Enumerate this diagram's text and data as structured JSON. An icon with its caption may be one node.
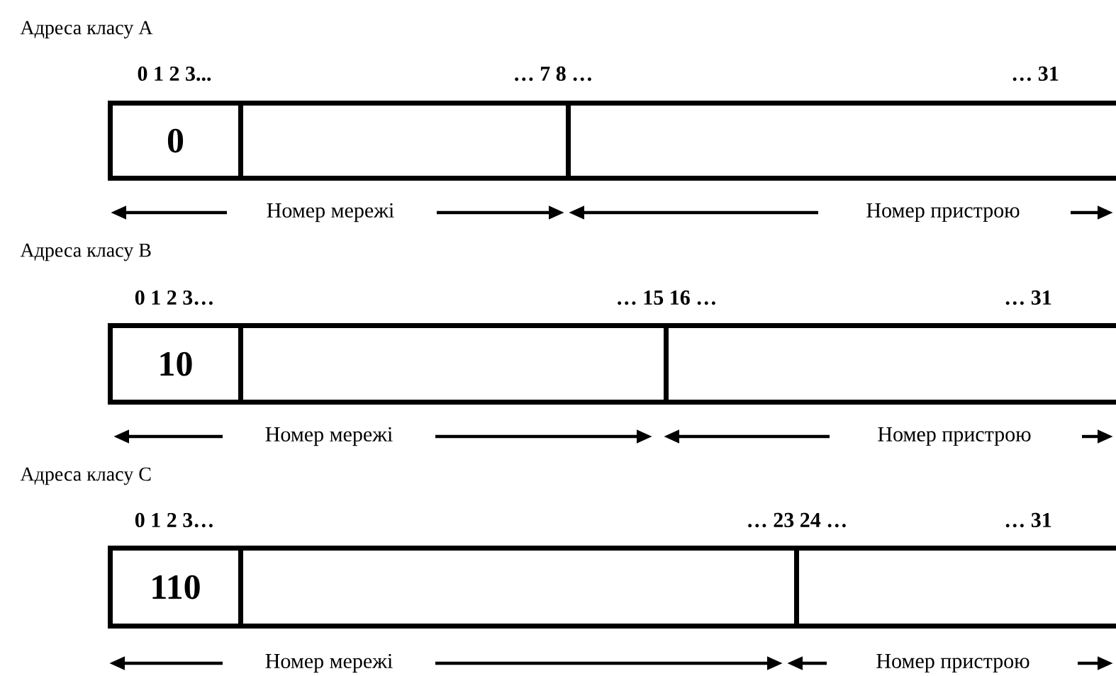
{
  "diagram": {
    "nodes": [
      {
        "text": [
          "0"
        ]
      },
      {
        "text": [],
        "shape": "box"
      },
      {
        "text": [],
        "shape": "box"
      },
      {
        "text": [
          "10"
        ]
      },
      {
        "text": [],
        "shape": "box"
      },
      {
        "text": [],
        "shape": "box"
      },
      {
        "text": [
          "110"
        ]
      },
      {
        "text": [],
        "shape": "box"
      },
      {
        "text": [],
        "shape": "box"
      }
    ],
    "labels": [
      "Адреса класу A",
      "0 1 2 3...",
      "… 7 8 …",
      "… 31",
      "Номер мережі",
      "Номер пристрою",
      "Адреса класу B",
      "0 1 2 3…",
      "… 15 16 …",
      "… 31",
      "Номер мережі",
      "Номер пристрою",
      "Адреса класу C",
      "0 1 2 3…",
      "… 23 24 …",
      "… 31",
      "Номер мережі",
      "Номер пристрою"
    ]
  }
}
